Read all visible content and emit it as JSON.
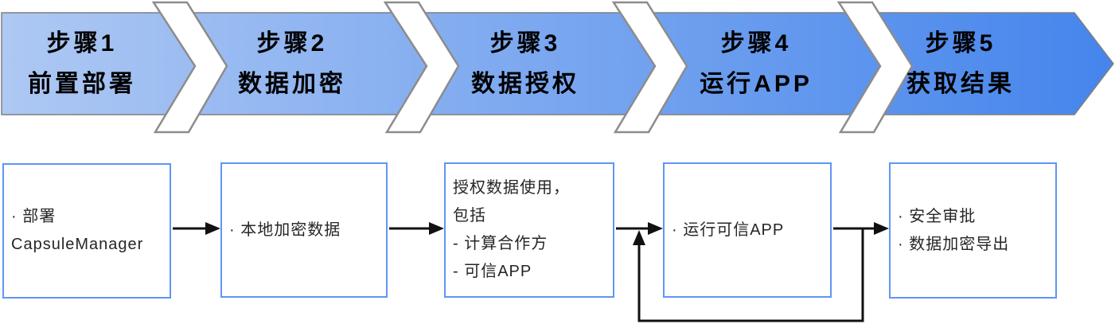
{
  "banner": {
    "steps": [
      {
        "step": "步骤1",
        "name": "前置部署"
      },
      {
        "step": "步骤2",
        "name": "数据加密"
      },
      {
        "step": "步骤3",
        "name": "数据授权"
      },
      {
        "step": "步骤4",
        "name": "运行APP"
      },
      {
        "step": "步骤5",
        "name": "获取结果"
      }
    ],
    "colors": {
      "gradient_start": "#aec8f3",
      "gradient_end": "#4585ec",
      "border": "#7f7f7f",
      "chevron_fill": "#ffffff",
      "chevron_stroke": "#8c8c8c",
      "text": "#000000"
    }
  },
  "boxes": [
    {
      "lines": [
        "· 部署",
        "CapsuleManager"
      ]
    },
    {
      "lines": [
        "· 本地加密数据"
      ]
    },
    {
      "lines": [
        "授权数据使用，",
        "包括",
        "- 计算合作方",
        "- 可信APP"
      ]
    },
    {
      "lines": [
        "· 运行可信APP"
      ]
    },
    {
      "lines": [
        "· 安全审批",
        "· 数据加密导出"
      ]
    }
  ],
  "box_style": {
    "border_color": "#5e96f7",
    "text_color": "#262626"
  },
  "connector_color": "#111111"
}
